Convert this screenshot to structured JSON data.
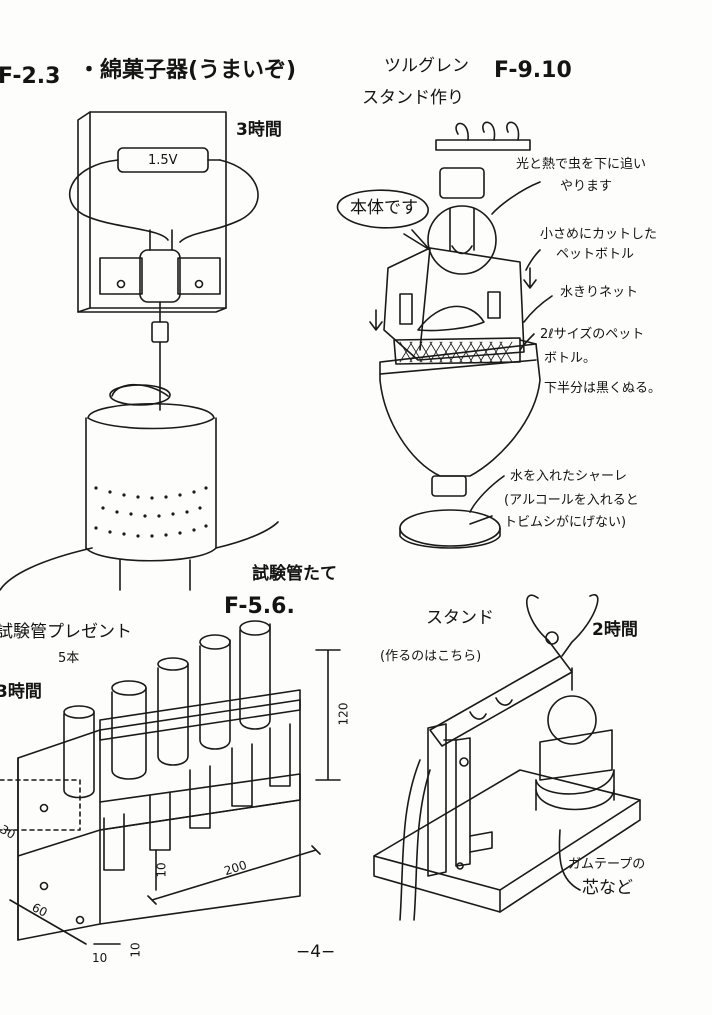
{
  "projects": {
    "cotton_candy": {
      "code": "F-2.3",
      "title": "・綿菓子器(うまいぞ)",
      "time": "3時間",
      "battery_label": "1.5V"
    },
    "stand_trap": {
      "name_line1": "ツルグレン",
      "name_line2": "スタンド作り",
      "code": "F-9.10",
      "bubble": "本体です",
      "notes": [
        "光と熱で虫を下に追い",
        "やります",
        "小さめにカットした",
        "ペットボトル",
        "水きりネット",
        "2ℓサイズのペット",
        "ボトル。",
        "下半分は黒くぬる。",
        "水を入れたシャーレ",
        "(アルコールを入れると",
        "トビムシがにげない)"
      ]
    },
    "test_tube_rack": {
      "title": "試験管たて",
      "code": "F-5.6.",
      "gift": "試験管プレゼント",
      "gift_count": "5本",
      "time": "3時間",
      "dims": {
        "height": "120",
        "width": "200",
        "depth": "60",
        "side": "30",
        "gap": "10",
        "board": "10",
        "peg": "10"
      }
    },
    "stand": {
      "title": "スタンド",
      "subtitle": "(作るのはこちら)",
      "time": "2時間",
      "note_line1": "ガムテープの",
      "note_line2": "芯など"
    }
  },
  "page_number": "−4−"
}
